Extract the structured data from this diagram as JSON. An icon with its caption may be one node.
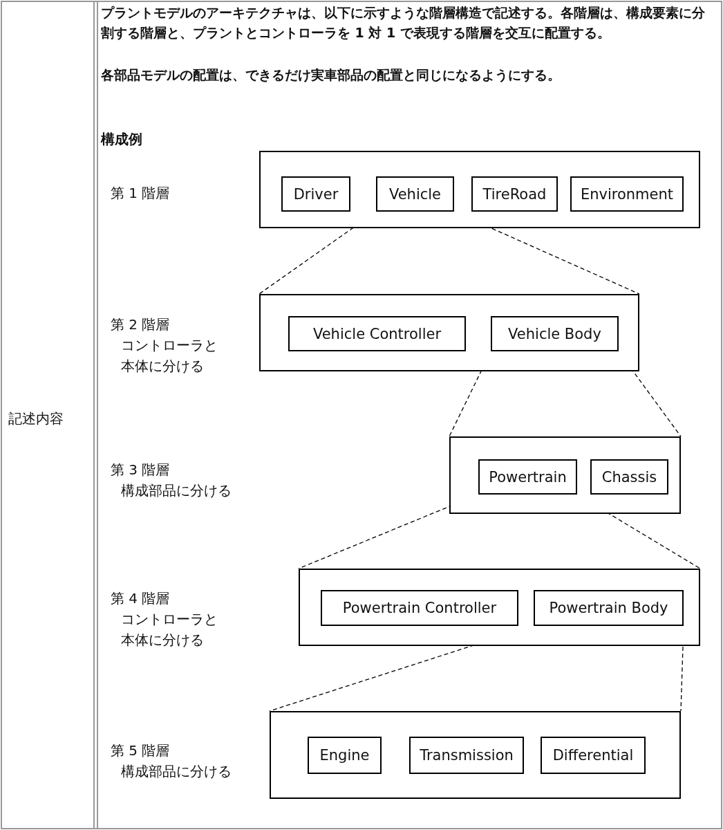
{
  "diagram": {
    "nodes": [
      {
        "text": [],
        "shape": "box"
      },
      {
        "text": [
          "Driver"
        ],
        "in": 0
      },
      {
        "text": [
          "Vehicle"
        ],
        "in": 0
      },
      {
        "text": [
          "TireRoad"
        ],
        "in": 0
      },
      {
        "text": [
          "Environment"
        ],
        "in": 0
      },
      {
        "text": [],
        "shape": "box"
      },
      {
        "text": [
          "Vehicle Controller"
        ],
        "in": 5
      },
      {
        "text": [
          "Vehicle Body"
        ],
        "in": 5
      },
      {
        "text": [],
        "shape": "box"
      },
      {
        "text": [
          "Powertrain"
        ],
        "in": 8
      },
      {
        "text": [
          "Chassis"
        ],
        "in": 8
      },
      {
        "text": [],
        "shape": "box"
      },
      {
        "text": [
          "Powertrain Controller"
        ],
        "in": 11
      },
      {
        "text": [
          "Powertrain Body"
        ],
        "in": 11
      },
      {
        "text": [],
        "shape": "box"
      },
      {
        "text": [
          "Engine"
        ],
        "in": 14
      },
      {
        "text": [
          "Transmission"
        ],
        "in": 14
      },
      {
        "text": [
          "Differential"
        ],
        "in": 14
      }
    ],
    "edges": [
      {
        "from": 2,
        "to": 5,
        "arrow": "none",
        "style": "dashed"
      },
      {
        "from": 2,
        "to": 5,
        "arrow": "none",
        "style": "dashed"
      },
      {
        "from": 7,
        "to": 8,
        "arrow": "none",
        "style": "dashed"
      },
      {
        "from": 7,
        "to": 8,
        "arrow": "none",
        "style": "dashed"
      },
      {
        "from": 9,
        "to": 11,
        "arrow": "none",
        "style": "dashed"
      },
      {
        "from": 9,
        "to": 11,
        "arrow": "none",
        "style": "dashed"
      },
      {
        "from": 13,
        "to": 14,
        "arrow": "none",
        "style": "dashed"
      },
      {
        "from": 13,
        "to": 14,
        "arrow": "none",
        "style": "dashed"
      }
    ],
    "labels": [
      "記述内容",
      "プラントモデルのアーキテクチャは、以下に示すような階層構造で記述する。各階層は、構成要素に分割する階層と、プラントとコントローラを 1 対 1 で表現する階層を交互に配置する。",
      "各部品モデルの配置は、できるだけ実車部品の配置と同じになるようにする。",
      "構成例",
      "第 1 階層",
      "第 2 階層",
      "コントローラと本体に分ける",
      "第 3 階層",
      "構成部品に分ける",
      "第 4 階層",
      "コントローラと本体に分ける",
      "第 5 階層",
      "構成部品に分ける"
    ]
  }
}
